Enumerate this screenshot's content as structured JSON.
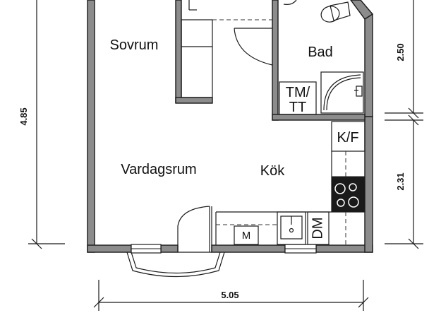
{
  "rooms": {
    "bedroom": "Sovrum",
    "bath": "Bad",
    "living": "Vardagsrum",
    "kitchen": "Kök"
  },
  "fixtures": {
    "washer_dryer_line1": "TM/",
    "washer_dryer_line2": "TT",
    "fridge_freezer": "K/F",
    "dishwasher": "DM",
    "microwave": "M"
  },
  "dimensions": {
    "left_height": "4.85",
    "right_upper": "2.50",
    "right_lower": "2.31",
    "bottom_width": "5.05"
  },
  "colors": {
    "wall_fill": "#8c8c8c",
    "line": "#1a1a1a",
    "background": "#ffffff"
  }
}
